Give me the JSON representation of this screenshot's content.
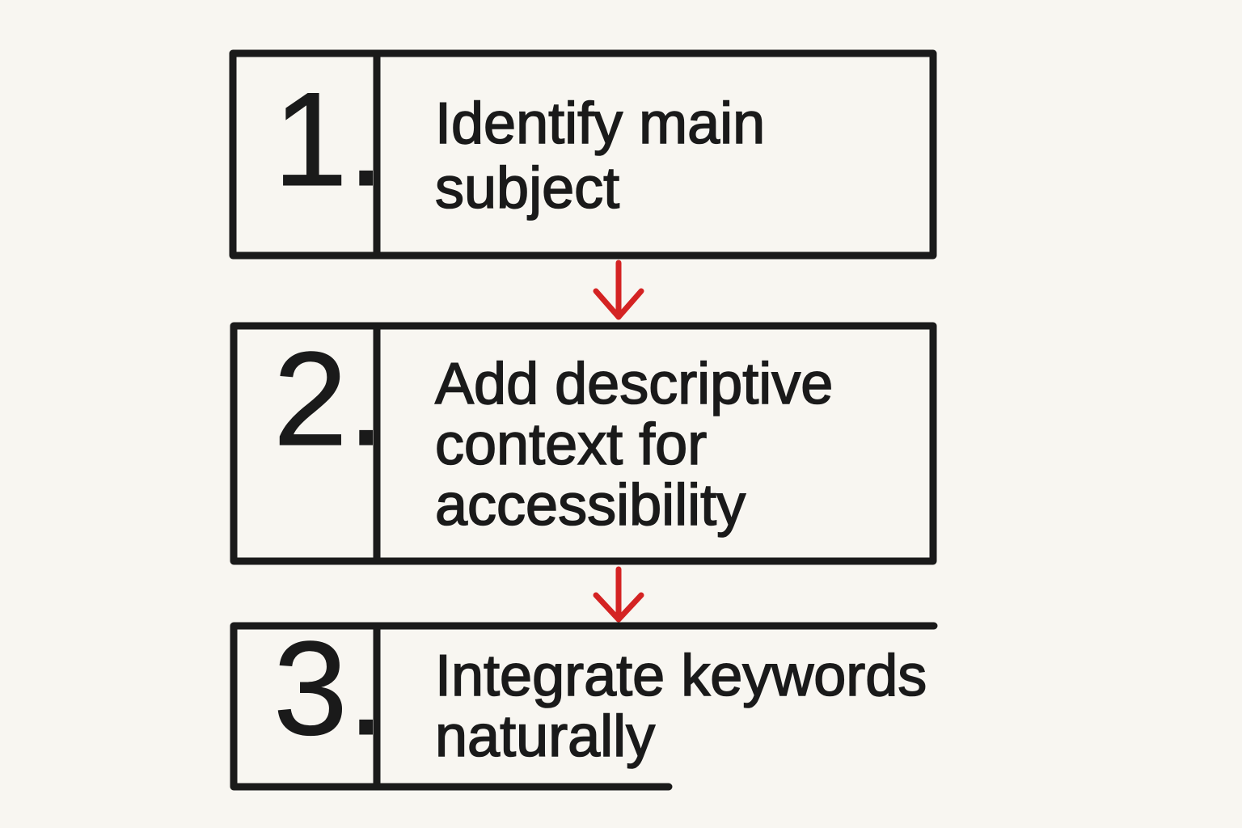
{
  "steps": [
    {
      "number": "1.",
      "lines": [
        "Identify main",
        "subject"
      ]
    },
    {
      "number": "2.",
      "lines": [
        "Add descriptive",
        "context for",
        "accessibility"
      ]
    },
    {
      "number": "3.",
      "lines": [
        "Integrate keywords",
        "naturally"
      ]
    }
  ],
  "colors": {
    "line": "#1a1a1a",
    "arrow": "#d42323",
    "background": "#f8f6f1"
  }
}
